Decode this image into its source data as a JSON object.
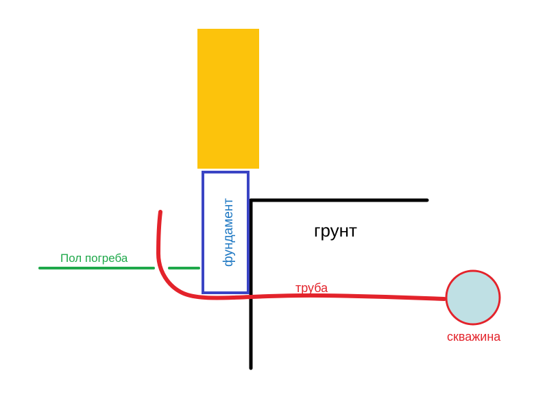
{
  "labels": {
    "foundation": "фундамент",
    "soil": "грунт",
    "cellar_floor": "Пол погреба",
    "pipe": "труба",
    "well": "скважина"
  },
  "colors": {
    "background": "#ffffff",
    "wall": "#fcc30c",
    "foundation_outline": "#3a44c4",
    "foundation_text": "#1d77c2",
    "soil_lines": "#000000",
    "cellar_floor": "#1fa84a",
    "pipe": "#e3232b",
    "well_fill": "#bfe0e4",
    "well_outline": "#e3232b"
  }
}
